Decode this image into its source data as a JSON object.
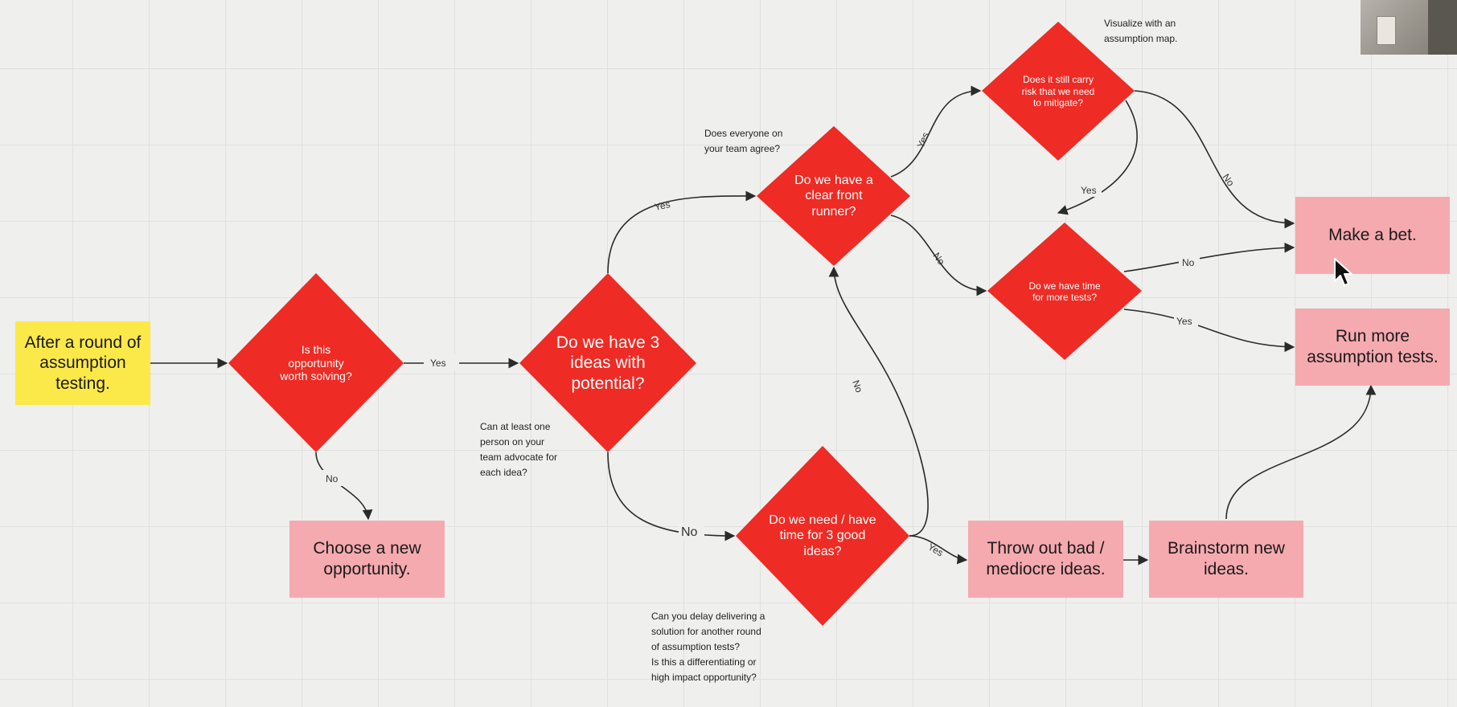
{
  "nodes": {
    "start": "After a round of assumption testing.",
    "worth_solving": "Is this opportunity worth solving?",
    "choose_new": "Choose a new opportunity.",
    "three_ideas": "Do we have 3 ideas with potential?",
    "front_runner": "Do we have a clear front runner?",
    "need_time": "Do we need / have time for 3 good ideas?",
    "carry_risk": "Does it still carry risk that we need to mitigate?",
    "time_tests": "Do we have time for more tests?",
    "make_bet": "Make a bet.",
    "run_more": "Run more assumption tests.",
    "throw_out": "Throw out bad / mediocre ideas.",
    "brainstorm": "Brainstorm new ideas."
  },
  "edge_labels": {
    "worth_yes": "Yes",
    "worth_no": "No",
    "ideas_yes": "Yes",
    "ideas_no": "No",
    "front_yes": "Yes",
    "front_no": "No",
    "need_yes": "Yes",
    "need_no": "No",
    "risk_yes": "Yes",
    "risk_no": "No",
    "tests_no": "No",
    "tests_yes": "Yes"
  },
  "notes": {
    "advocate": [
      "Can at least one",
      "person on your",
      "team advocate for",
      "each idea?"
    ],
    "agree": [
      "Does everyone on",
      "your team agree?"
    ],
    "visualize": [
      "Visualize with an",
      "assumption map."
    ],
    "delay": [
      "Can you delay delivering a",
      "solution for another round",
      "of assumption tests?",
      "Is this a differentiating or",
      "high impact opportunity?"
    ]
  },
  "colors": {
    "decision": "#ee2b24",
    "start_box": "#fbe94a",
    "outcome_box": "#f5aab0",
    "canvas": "#efefed"
  },
  "icons": {
    "cursor": "mouse-pointer-icon"
  }
}
